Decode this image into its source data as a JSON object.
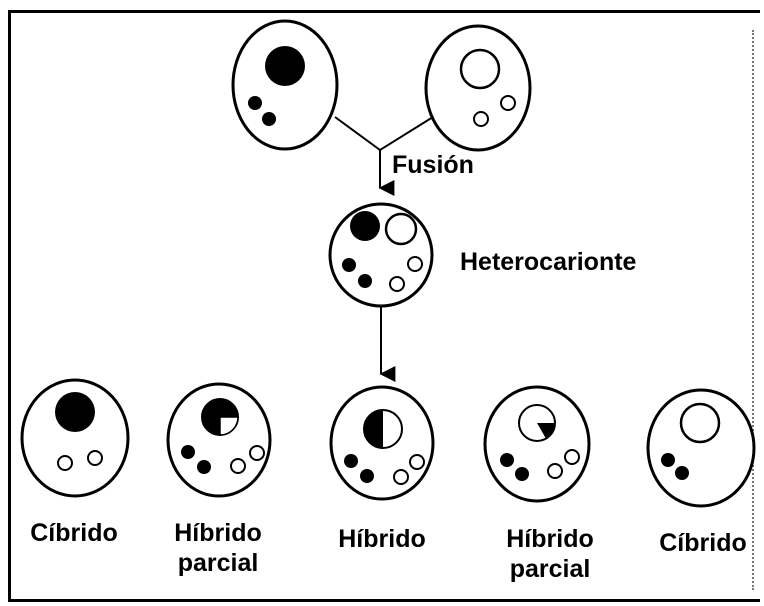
{
  "labels": {
    "fusion": "Fusión",
    "heterocarionte": "Heterocarionte",
    "cells": [
      {
        "line1": "Cíbrido",
        "line2": ""
      },
      {
        "line1": "Híbrido",
        "line2": "parcial"
      },
      {
        "line1": "Híbrido",
        "line2": ""
      },
      {
        "line1": "Híbrido",
        "line2": "parcial"
      },
      {
        "line1": "Cíbrido",
        "line2": ""
      }
    ]
  },
  "colors": {
    "ink": "#000000",
    "paper": "#ffffff"
  }
}
